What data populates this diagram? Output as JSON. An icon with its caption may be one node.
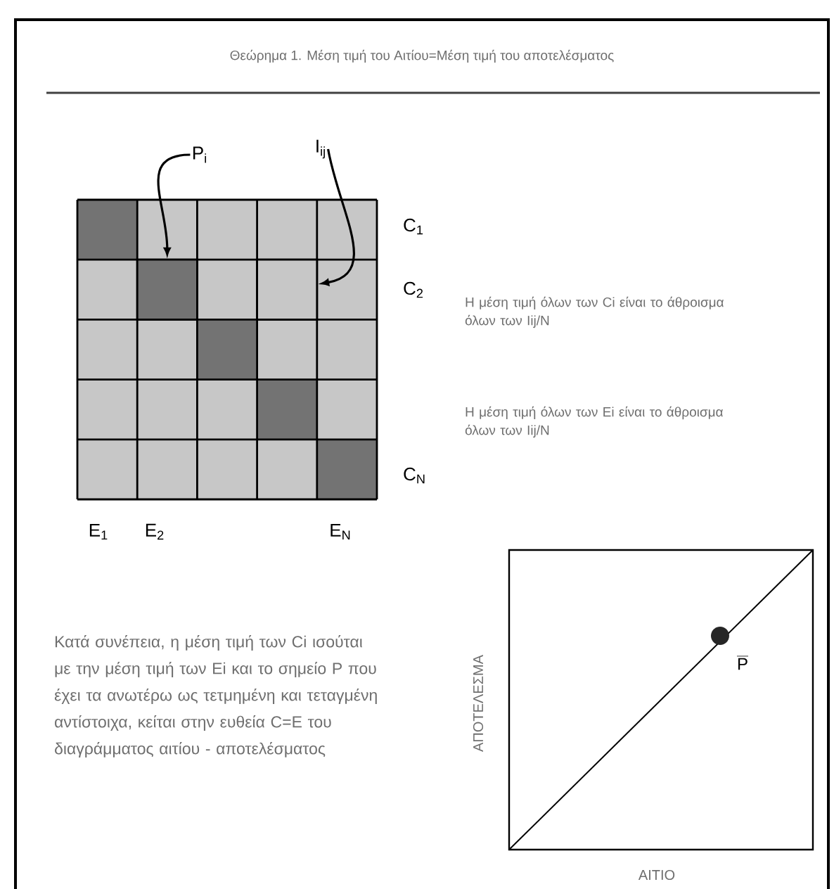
{
  "diagram": {
    "title": "Θεώρημα 1. Μέση τιμή του Αιτίου=Μέση τιμή του αποτελέσματος",
    "nodes": [
      {
        "text": [
          "P$_{i}$"
        ]
      },
      {
        "text": [
          "I$_{ij}$"
        ]
      },
      {
        "text": [],
        "shape": "box"
      },
      {
        "text": [],
        "shape": "box"
      }
    ],
    "edges": [
      {
        "from": 0,
        "to": 2,
        "arrow": "to"
      },
      {
        "from": 1,
        "to": 3,
        "arrow": "to"
      }
    ],
    "labels": [
      "C$_{1}$",
      "C$_{2}$",
      "C$_{N}$",
      "E$_{1}$",
      "E$_{2}$",
      "E$_{N}$",
      "Η μέση τιμή όλων των Ci είναι το άθροισμα όλων των Iij/N",
      "Η μέση τιμή όλων των Ei είναι το άθροισμα όλων των Iij/N",
      "Κατά συνέπεια, η μέση τιμή των Ci ισούται με την μέση τιμή των Ei και το σημείο P που έχει τα ανωτέρω ως τετμημένη και τεταγμένη αντίστοιχα, κείται στην ευθεία C=E του διαγράμματος αιτίου - αποτελέσματος",
      "P",
      "ΑΠΟΤΕΛΕΣΜΑ",
      "ΑΙΤΙΟ"
    ]
  }
}
